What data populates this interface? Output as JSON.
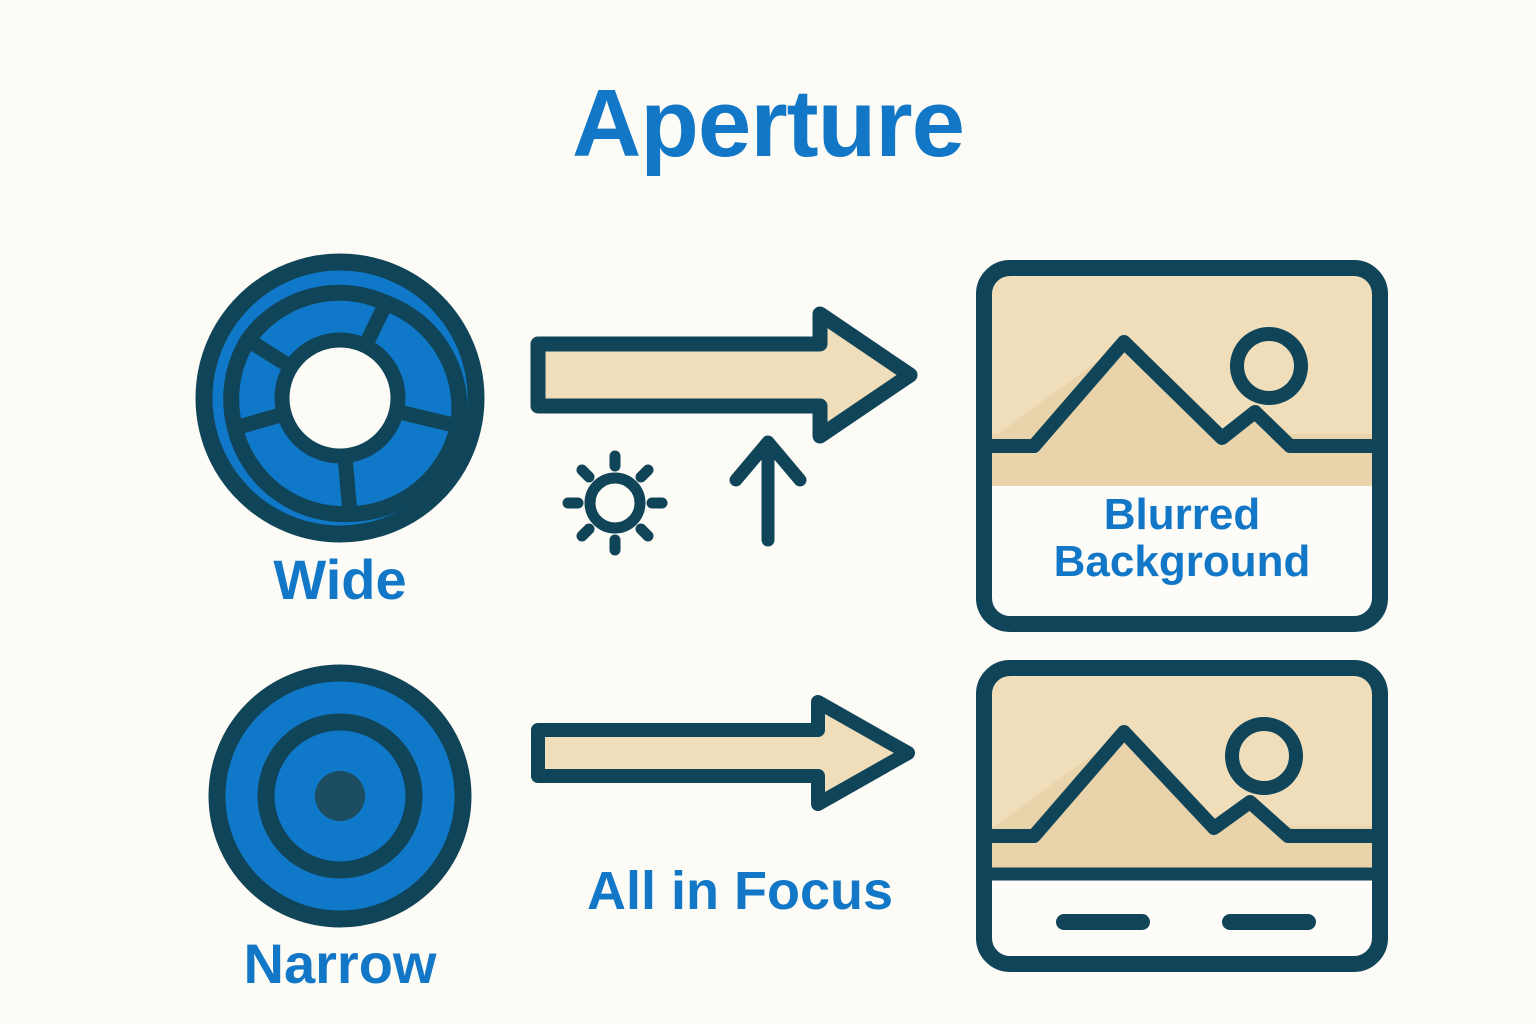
{
  "page": {
    "title": "Aperture",
    "background_color": "#fdfbf6",
    "accent_blue": "#1277c6",
    "outline_navy": "#104559",
    "tan_light": "#f0ddba",
    "tan_dark": "#e8d3ab",
    "aperture_blue": "#1078c8",
    "white": "#fdfcf8"
  },
  "rows": [
    {
      "id": "wide",
      "aperture": {
        "label": "Wide",
        "icon": "aperture-wide-icon",
        "opening": "large"
      },
      "middle": {
        "arrow": "right-arrow-large",
        "icons": [
          {
            "name": "sun-icon",
            "meaning": "more light"
          },
          {
            "name": "up-arrow-icon",
            "meaning": "increase"
          }
        ],
        "label": ""
      },
      "result": {
        "icon": "photo-frame-icon",
        "caption_lines": [
          "Blurred",
          "Background"
        ],
        "caption": "Blurred Background",
        "has_divider": false,
        "placeholder_dashes": 0
      }
    },
    {
      "id": "narrow",
      "aperture": {
        "label": "Narrow",
        "icon": "aperture-narrow-icon",
        "opening": "small"
      },
      "middle": {
        "arrow": "right-arrow-small",
        "icons": [],
        "label": "All in Focus"
      },
      "result": {
        "icon": "photo-frame-icon",
        "caption_lines": [],
        "caption": "",
        "has_divider": true,
        "placeholder_dashes": 2
      }
    }
  ]
}
